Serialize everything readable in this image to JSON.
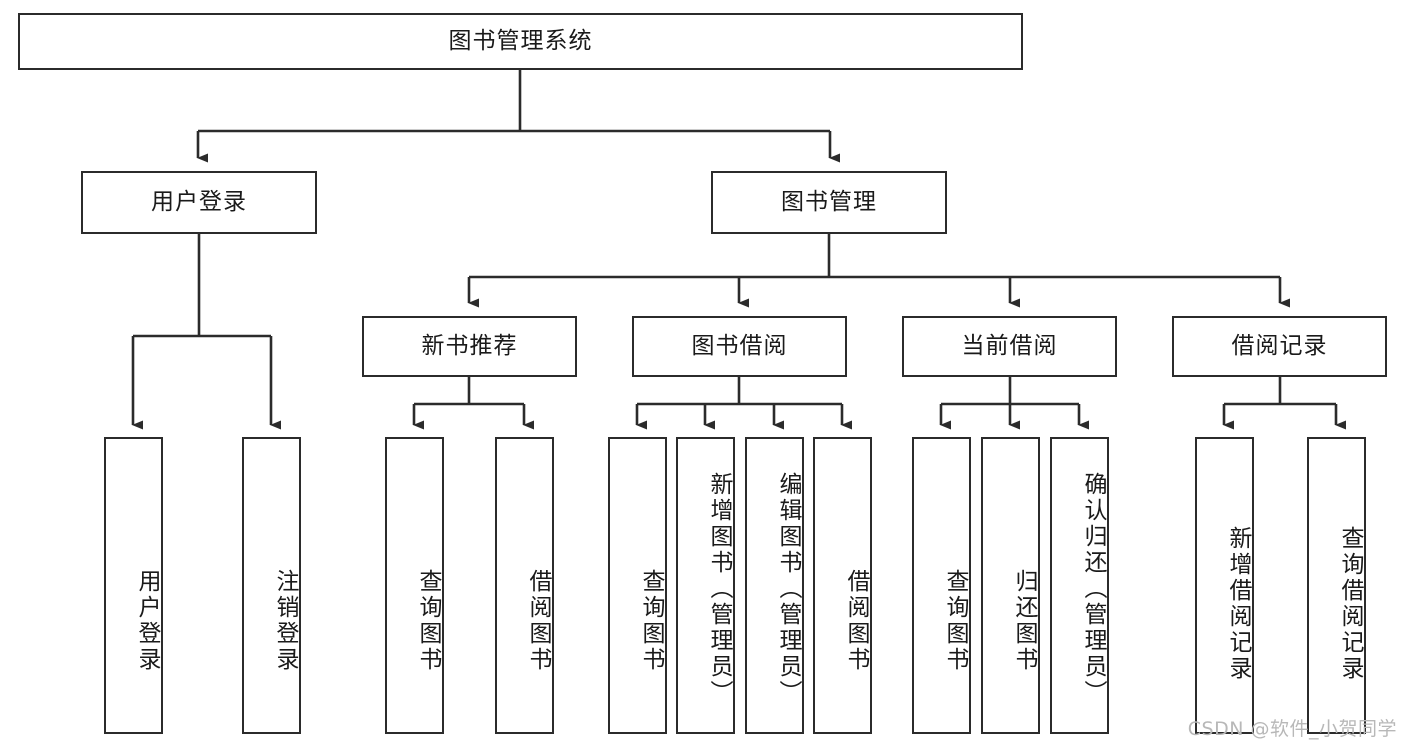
{
  "diagram": {
    "title": "图书管理系统",
    "type": "tree-hierarchy",
    "watermark": "CSDN @软件_小贺同学",
    "colors": {
      "stroke": "#2b2b2b",
      "fill": "#ffffff",
      "text": "#1a1a1a",
      "watermark": "#b8b8b8"
    },
    "levels": {
      "root": "图书管理系统",
      "level2": [
        "用户登录",
        "图书管理"
      ],
      "level3": [
        "新书推荐",
        "图书借阅",
        "当前借阅",
        "借阅记录"
      ],
      "level4_groups": [
        {
          "parent": "用户登录",
          "leaves": [
            "用户登录",
            "注销登录"
          ]
        },
        {
          "parent": "新书推荐",
          "leaves": [
            "查询图书",
            "借阅图书"
          ]
        },
        {
          "parent": "图书借阅",
          "leaves": [
            "查询图书",
            "新增图书（管理员）",
            "编辑图书（管理员）",
            "借阅图书"
          ]
        },
        {
          "parent": "当前借阅",
          "leaves": [
            "查询图书",
            "归还图书",
            "确认归还（管理员）"
          ]
        },
        {
          "parent": "借阅记录",
          "leaves": [
            "新增借阅记录",
            "查询借阅记录"
          ]
        }
      ]
    },
    "nodes": {
      "root": {
        "label": "图书管理系统"
      },
      "user_login": {
        "label": "用户登录"
      },
      "book_manage": {
        "label": "图书管理"
      },
      "new_book_rec": {
        "label": "新书推荐"
      },
      "book_borrow": {
        "label": "图书借阅"
      },
      "current_borrow": {
        "label": "当前借阅"
      },
      "borrow_record": {
        "label": "借阅记录"
      },
      "leaf_user_login": {
        "label": "用户登录"
      },
      "leaf_logout": {
        "label": "注销登录"
      },
      "leaf_query_book_a": {
        "label": "查询图书"
      },
      "leaf_borrow_book_a": {
        "label": "借阅图书"
      },
      "leaf_query_book_b": {
        "label": "查询图书"
      },
      "leaf_add_book": {
        "label": "新增图书（管理员）"
      },
      "leaf_edit_book": {
        "label": "编辑图书（管理员）"
      },
      "leaf_borrow_book_b": {
        "label": "借阅图书"
      },
      "leaf_query_book_c": {
        "label": "查询图书"
      },
      "leaf_return_book": {
        "label": "归还图书"
      },
      "leaf_confirm_return": {
        "label": "确认归还（管理员）"
      },
      "leaf_add_record": {
        "label": "新增借阅记录"
      },
      "leaf_query_record": {
        "label": "查询借阅记录"
      }
    }
  }
}
